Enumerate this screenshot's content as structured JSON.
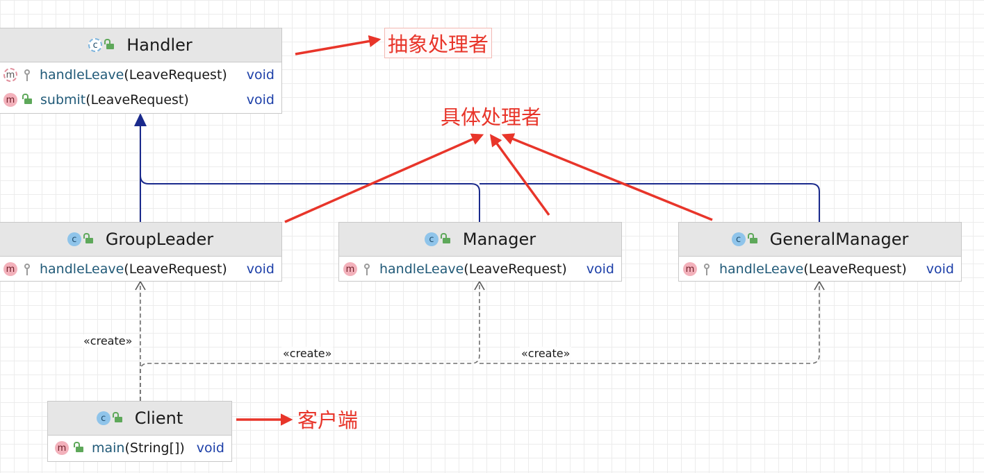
{
  "classes": {
    "handler": {
      "name": "Handler",
      "methods": [
        {
          "name": "handleLeave",
          "params": "(LeaveRequest)",
          "return_type": "void"
        },
        {
          "name": "submit",
          "params": "(LeaveRequest)",
          "return_type": "void"
        }
      ]
    },
    "group_leader": {
      "name": "GroupLeader",
      "methods": [
        {
          "name": "handleLeave",
          "params": "(LeaveRequest)",
          "return_type": "void"
        }
      ]
    },
    "manager": {
      "name": "Manager",
      "methods": [
        {
          "name": "handleLeave",
          "params": "(LeaveRequest)",
          "return_type": "void"
        }
      ]
    },
    "general_manager": {
      "name": "GeneralManager",
      "methods": [
        {
          "name": "handleLeave",
          "params": "(LeaveRequest)",
          "return_type": "void"
        }
      ]
    },
    "client": {
      "name": "Client",
      "methods": [
        {
          "name": "main",
          "params": "(String[])",
          "return_type": "void"
        }
      ]
    }
  },
  "badges": {
    "class_letter": "c",
    "method_letter": "m"
  },
  "stereotypes": {
    "create_group_leader": "«create»",
    "create_manager": "«create»",
    "create_general_manager": "«create»"
  },
  "annotations": {
    "abstract_handler": "抽象处理者",
    "concrete_handler": "具体处理者",
    "client": "客户端"
  },
  "icons": {
    "class": "class-icon",
    "method": "method-icon",
    "public": "lock-icon",
    "protected": "key-icon"
  },
  "colors": {
    "inheritance_line": "#1a2a8c",
    "dependency_line": "#6e6e6e",
    "annotation_red": "#e8352a",
    "class_header": "#e6e6e6",
    "return_type": "#1c3fa8",
    "method_name": "#215a78"
  }
}
